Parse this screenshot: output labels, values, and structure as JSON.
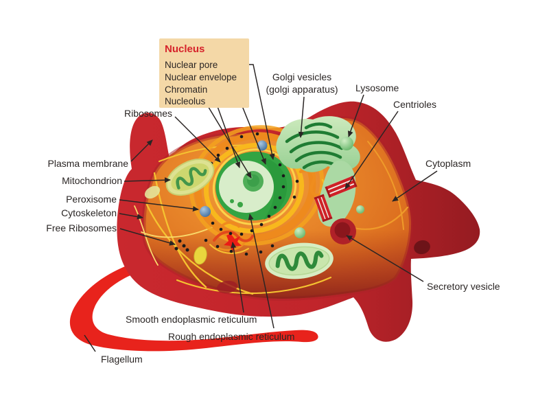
{
  "nucleus_box": {
    "title": "Nucleus",
    "items": [
      "Nuclear pore",
      "Nuclear envelope",
      "Chromatin",
      "Nucleolus"
    ]
  },
  "labels": {
    "ribosomes": "Ribosomes",
    "golgi": [
      "Golgi vesicles",
      "(golgi apparatus)"
    ],
    "lysosome": "Lysosome",
    "centrioles": "Centrioles",
    "plasma_membrane": "Plasma membrane",
    "mitochondrion": "Mitochondrion",
    "peroxisome": "Peroxisome",
    "cytoskeleton": "Cytoskeleton",
    "free_ribosomes": "Free Ribosomes",
    "cytoplasm": "Cytoplasm",
    "secretory_vesicle": "Secretory vesicle",
    "smooth_er": "Smooth endoplasmic reticulum",
    "rough_er": "Rough endoplasmic reticulum",
    "flagellum": "Flagellum"
  },
  "colors": {
    "membrane_red": "#c5262c",
    "membrane_dark_red": "#9a1c22",
    "flagellum_red": "#e8231c",
    "cytoplasm_orange": "#e8821f",
    "er_orange": "#f2991d",
    "er_yellow": "#f9bf1b",
    "nucleus_green": "#33a443",
    "nucleoplasm_light_green": "#d8edca",
    "golgi_green": "#9fd59b",
    "centriole_red": "#ce2127",
    "label_text": "#2a2524",
    "nucleus_box_bg": "#f4d8a7",
    "nucleus_box_title_red": "#d6232b"
  }
}
